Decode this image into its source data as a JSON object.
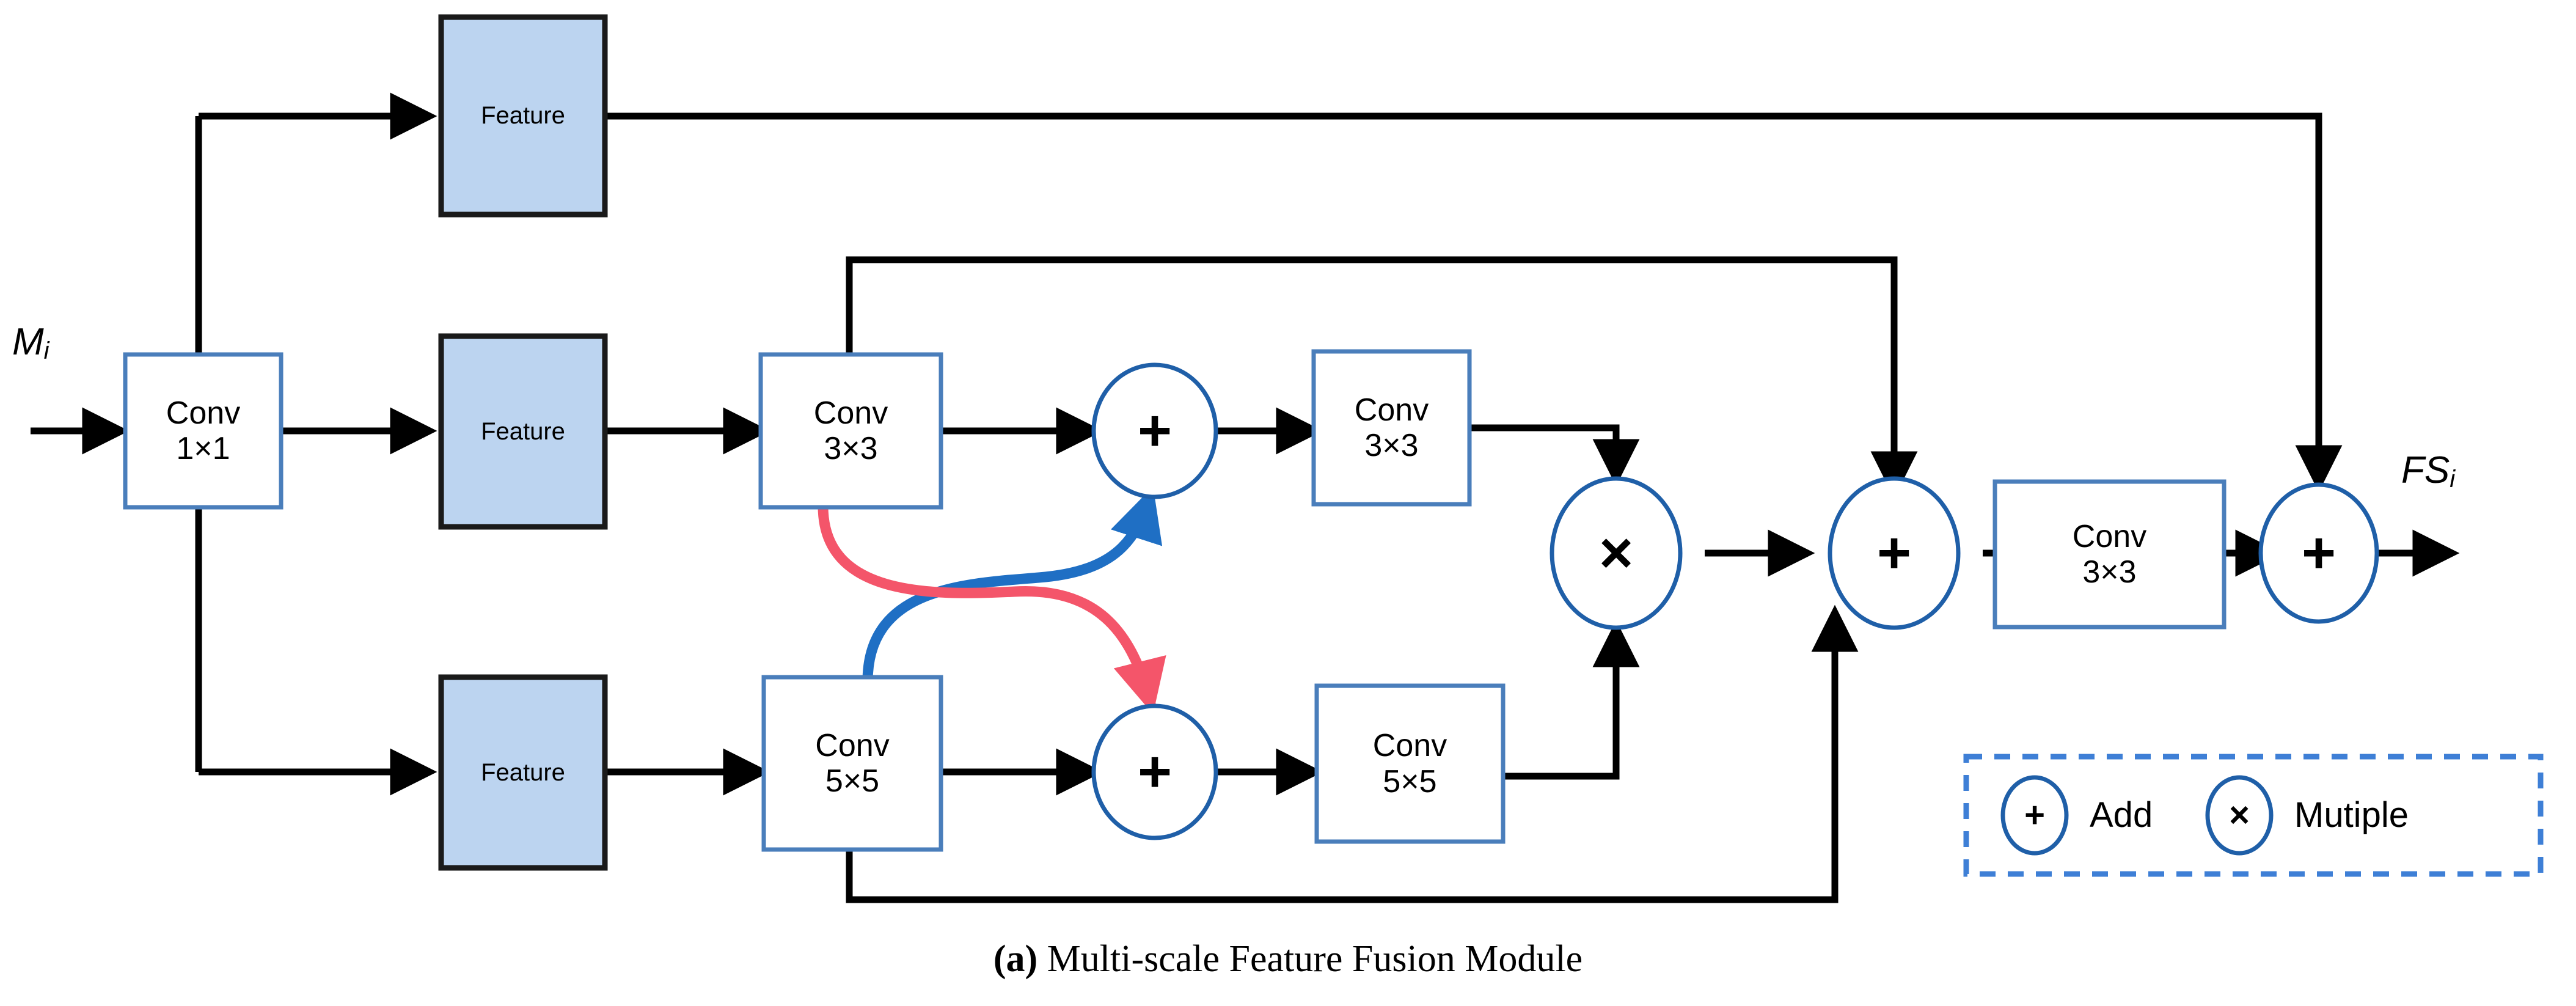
{
  "diagram": {
    "title": "Multi-scale Feature Fusion Module",
    "caption_prefix": "(a)",
    "caption_text": " Multi-scale Feature Fusion Module",
    "colors": {
      "box_border_blue": "#4a7ebb",
      "feature_fill": "#bcd4f0",
      "feature_border": "#1a1a1a",
      "arrow_black": "#000000",
      "curve_red": "#f4556a",
      "curve_blue": "#1f6fc4",
      "legend_border": "#3e7fd6",
      "circle_border": "#1f5fa8"
    },
    "input_label": "M",
    "input_sub": "i",
    "output_label": "FS",
    "output_sub": "i",
    "nodes": {
      "conv1x1": {
        "line1": "Conv",
        "line2": "1×1"
      },
      "feature_top": "Feature",
      "feature_mid": "Feature",
      "feature_bot": "Feature",
      "conv3x3_a": {
        "line1": "Conv",
        "line2": "3×3"
      },
      "conv3x3_b": {
        "line1": "Conv",
        "line2": "3×3"
      },
      "conv5x5_a": {
        "line1": "Conv",
        "line2": "5×5"
      },
      "conv5x5_b": {
        "line1": "Conv",
        "line2": "5×5"
      },
      "conv3x3_final": {
        "line1": "Conv",
        "line2": "3×3"
      },
      "add_top": "+",
      "add_bottom": "+",
      "multiply": "×",
      "add_merge": "+",
      "add_final": "+"
    },
    "legend": {
      "add_symbol": "+",
      "add_label": "Add",
      "mul_symbol": "×",
      "mul_label": "Mutiple"
    }
  }
}
